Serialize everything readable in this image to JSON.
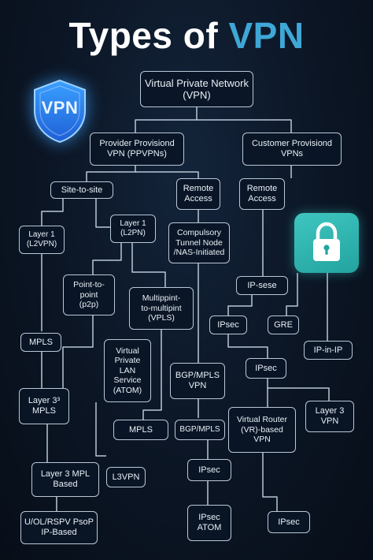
{
  "title": {
    "part1": "Types of ",
    "part2": "VPN"
  },
  "icons": {
    "shield": "vpn-shield-icon",
    "shield_text": "VPN",
    "lock": "padlock-icon"
  },
  "colors": {
    "accent": "#3fa7d6",
    "line": "#b8c7d6",
    "lock_tile": "#2fb3ae",
    "background": "#0b1524"
  },
  "nodes": {
    "root": {
      "lines": [
        "Virtual Private Network",
        "(VPN)"
      ]
    },
    "provider": {
      "lines": [
        "Provider Provisiond",
        "VPN (PPVPNs)"
      ]
    },
    "customer": {
      "lines": [
        "Customer Provisiond",
        "VPNs"
      ]
    },
    "site": {
      "lines": [
        "Site-to-site"
      ]
    },
    "remote1": {
      "lines": [
        "Remote",
        "Access"
      ]
    },
    "remote2": {
      "lines": [
        "Remote",
        "Access"
      ]
    },
    "l1left": {
      "lines": [
        "Layer 1",
        "(L2VPN)"
      ]
    },
    "l1right": {
      "lines": [
        "Layer 1",
        "(L2PN)"
      ]
    },
    "compulsory": {
      "lines": [
        "Compulsory",
        "Tunnel Node",
        "/NAS-Initiated"
      ]
    },
    "ipsese": {
      "lines": [
        "IP-sese"
      ]
    },
    "p2p": {
      "lines": [
        "Point-to-",
        "point",
        "(p2p)"
      ]
    },
    "multipoint": {
      "lines": [
        "Multippint-",
        "to-multipint",
        "(VPLS)"
      ]
    },
    "ipsec1": {
      "lines": [
        "IPsec"
      ]
    },
    "gre": {
      "lines": [
        "GRE"
      ]
    },
    "ipinip": {
      "lines": [
        "IP-in-IP"
      ]
    },
    "mpls1": {
      "lines": [
        "MPLS"
      ]
    },
    "vpls": {
      "lines": [
        "Virtual",
        "Private",
        "LAN",
        "Service",
        "(ATOM)"
      ]
    },
    "ipsec2": {
      "lines": [
        "IPsec"
      ]
    },
    "bgp1": {
      "lines": [
        "BGP/MPLS",
        "VPN"
      ]
    },
    "l3mpls": {
      "lines": [
        "Layer 3³",
        "MPLS"
      ]
    },
    "vrouter": {
      "lines": [
        "Virtual Router",
        "(VR)-based",
        "VPN"
      ]
    },
    "l3vpn1": {
      "lines": [
        "Layer 3",
        "VPN"
      ]
    },
    "mpls2": {
      "lines": [
        "MPLS"
      ]
    },
    "bgp2": {
      "lines": [
        "BGP/MPLS"
      ]
    },
    "l3mpl": {
      "lines": [
        "Layer 3 MPL",
        "Based"
      ]
    },
    "l3vpn2": {
      "lines": [
        "L3VPN"
      ]
    },
    "ipsec3": {
      "lines": [
        "IPsec"
      ]
    },
    "uol": {
      "lines": [
        "U/OL/RSPV PsoP",
        "IP-Based"
      ]
    },
    "ipsecatom": {
      "lines": [
        "IPsec",
        "ATOM"
      ]
    },
    "ipsec4": {
      "lines": [
        "IPsec"
      ]
    }
  }
}
